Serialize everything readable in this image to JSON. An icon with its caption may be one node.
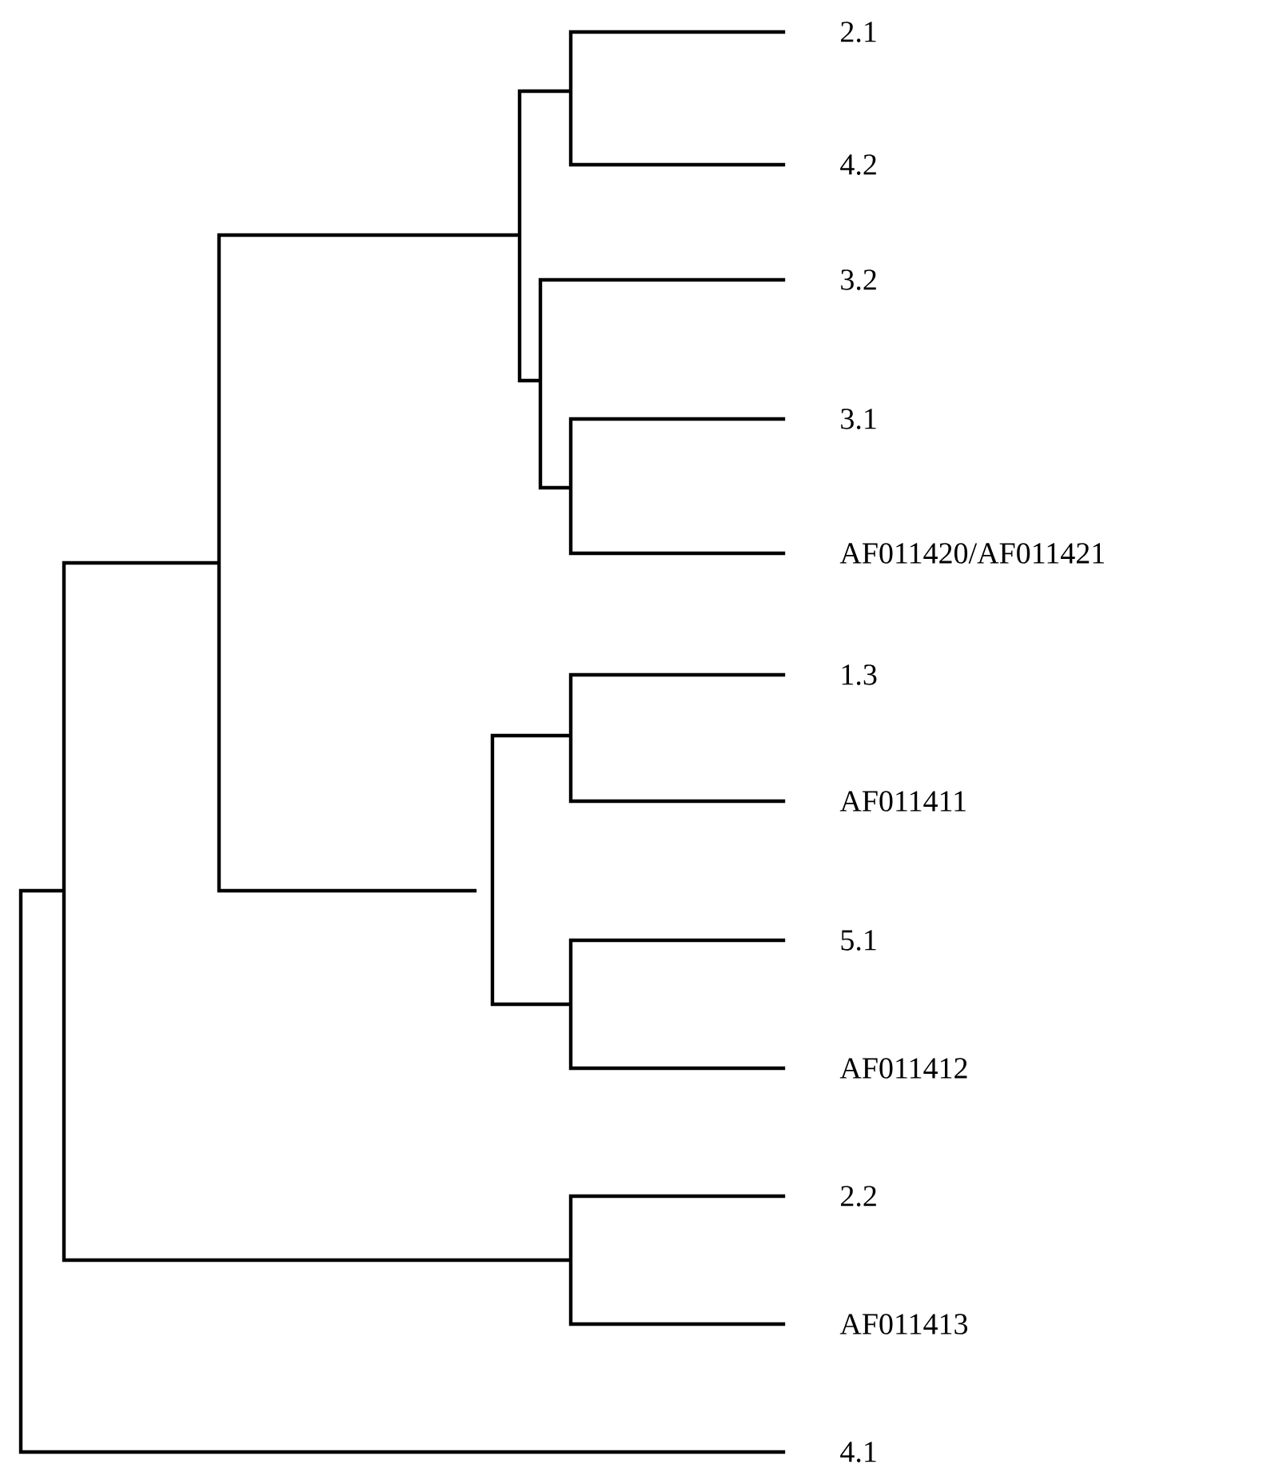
{
  "diagram": {
    "labels": [
      "2.1",
      "4.2",
      "3.2",
      "3.1",
      "AF011420/AF011421",
      "1.3",
      "AF011411",
      "5.1",
      "AF011412",
      "2.2",
      "AF011413",
      "4.1"
    ]
  }
}
